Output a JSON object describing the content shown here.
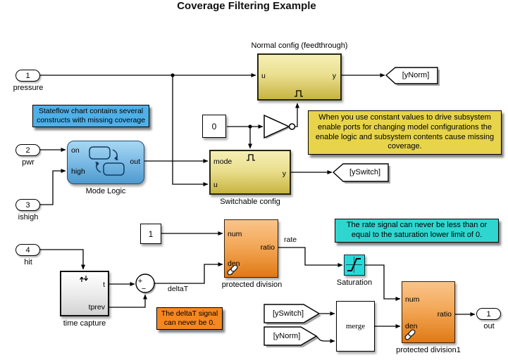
{
  "title": "Coverage Filtering Example",
  "inports": [
    {
      "num": "1",
      "label": "pressure"
    },
    {
      "num": "2",
      "label": "pwr"
    },
    {
      "num": "3",
      "label": "ishigh"
    },
    {
      "num": "4",
      "label": "hit"
    }
  ],
  "outport": {
    "num": "1",
    "label": "out"
  },
  "blocks": {
    "mode_logic": {
      "name": "Mode Logic",
      "on": "on",
      "high": "high",
      "out": "out"
    },
    "normal_config": {
      "name": "Normal config (feedthrough)",
      "u": "u",
      "y": "y"
    },
    "switchable_config": {
      "name": "Switchable config",
      "mode": "mode",
      "u": "u",
      "y": "y"
    },
    "constant_zero": {
      "value": "0"
    },
    "constant_one": {
      "value": "1"
    },
    "time_capture": {
      "name": "time capture",
      "t": "t",
      "tprev": "tprev"
    },
    "sum": {
      "plus": "+",
      "minus": "−"
    },
    "protected_division": {
      "name": "protected division",
      "num": "num",
      "den": "den",
      "ratio": "ratio"
    },
    "saturation": {
      "name": "Saturation"
    },
    "merge": {
      "name": "merge"
    },
    "protected_division1": {
      "name": "protected division1",
      "num": "num",
      "den": "den",
      "ratio": "ratio"
    }
  },
  "tags": {
    "goto_ynorm": "[yNorm]",
    "goto_yswitch": "[ySwitch]",
    "from_yswitch": "[ySwitch]",
    "from_ynorm": "[yNorm]"
  },
  "signal_labels": {
    "deltat": "deltaT",
    "rate": "rate"
  },
  "annotations": [
    {
      "id": "stateflow",
      "text": "Stateflow chart contains several constructs with missing coverage",
      "color": "#4FB0E8"
    },
    {
      "id": "enable-logic",
      "text": "When you use constant values to drive subsystem enable ports for changing model configurations the enable logic and subsystem contents cause missing coverage.",
      "color": "#E7D44B"
    },
    {
      "id": "rate-signal",
      "text": "The rate signal can never be less than or equal to the saturation lower limit of 0.",
      "color": "#2FD6CF"
    },
    {
      "id": "deltat-signal",
      "text": "The deltaT signal can never be 0.",
      "color": "#F6871F"
    }
  ]
}
